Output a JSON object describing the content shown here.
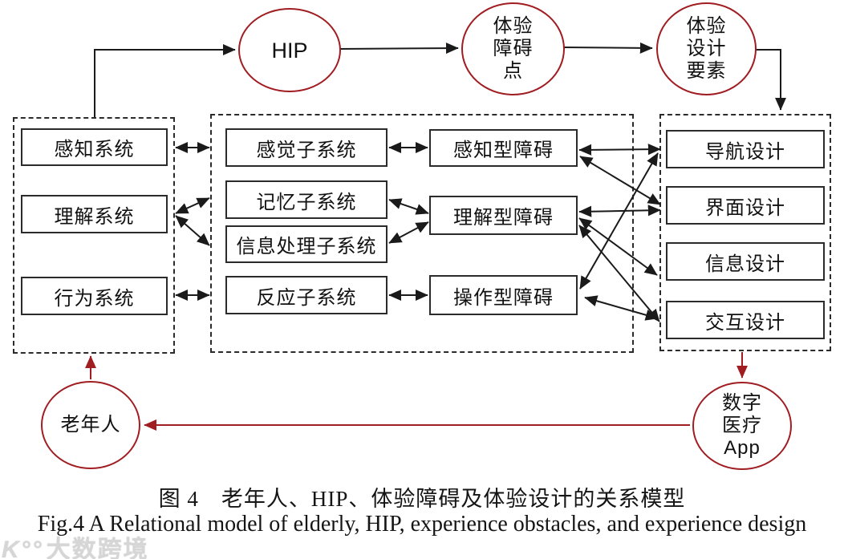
{
  "colors": {
    "accent_red": "#a01d22",
    "line_black": "#1a1a1a",
    "box_border": "#2b2b2b",
    "watermark_gray": "#d0d0d0"
  },
  "circles": {
    "hip": {
      "label": "HIP"
    },
    "experience_obstacle_point": {
      "lines": [
        "体验",
        "障碍",
        "点"
      ]
    },
    "experience_design_element": {
      "lines": [
        "体验",
        "设计",
        "要素"
      ]
    },
    "elderly": {
      "label": "老年人"
    },
    "digital_medical_app": {
      "lines": [
        "数字",
        "医疗",
        "App"
      ]
    }
  },
  "groups": {
    "human_systems": {
      "items": [
        {
          "label": "感知系统"
        },
        {
          "label": "理解系统"
        },
        {
          "label": "行为系统"
        }
      ]
    },
    "subsystems": {
      "items": [
        {
          "label": "感觉子系统"
        },
        {
          "label": "记忆子系统"
        },
        {
          "label": "信息处理子系统"
        },
        {
          "label": "反应子系统"
        }
      ]
    },
    "obstacles": {
      "items": [
        {
          "label": "感知型障碍"
        },
        {
          "label": "理解型障碍"
        },
        {
          "label": "操作型障碍"
        }
      ]
    },
    "designs": {
      "items": [
        {
          "label": "导航设计"
        },
        {
          "label": "界面设计"
        },
        {
          "label": "信息设计"
        },
        {
          "label": "交互设计"
        }
      ]
    }
  },
  "caption": {
    "zh": "图 4　老年人、HIP、体验障碍及体验设计的关系模型",
    "en": "Fig.4 A Relational model of elderly, HIP, experience obstacles, and experience design"
  },
  "watermark": {
    "logo": "K°°",
    "text": "大数跨境"
  }
}
